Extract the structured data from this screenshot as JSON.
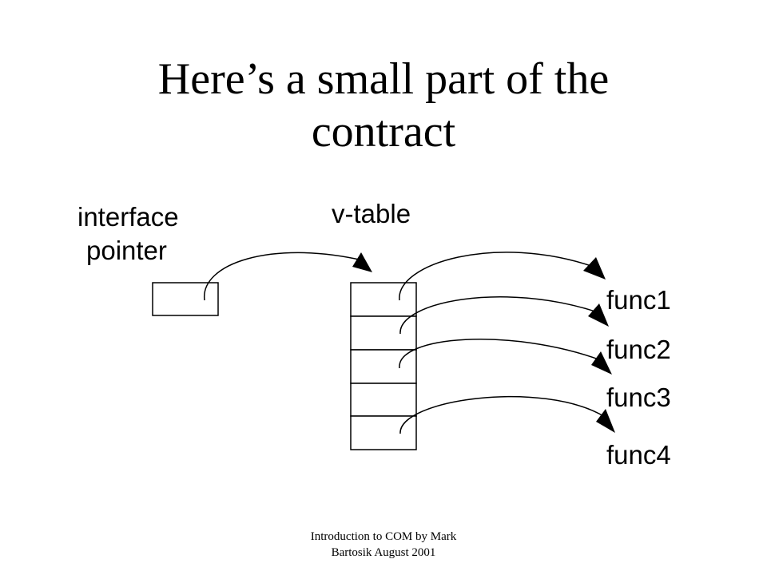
{
  "slide": {
    "title_line1": "Here’s a small part of the",
    "title_line2": "contract",
    "footer_line1": "Introduction to COM by Mark",
    "footer_line2": "Bartosik August 2001"
  },
  "diagram": {
    "interface_label_line1": "interface",
    "interface_label_line2": "pointer",
    "vtable_label": "v-table",
    "functions": [
      "func1",
      "func2",
      "func3",
      "func4"
    ],
    "vtable_slot_count": 5,
    "stroke_color": "#000000",
    "box_fill": "#ffffff"
  }
}
